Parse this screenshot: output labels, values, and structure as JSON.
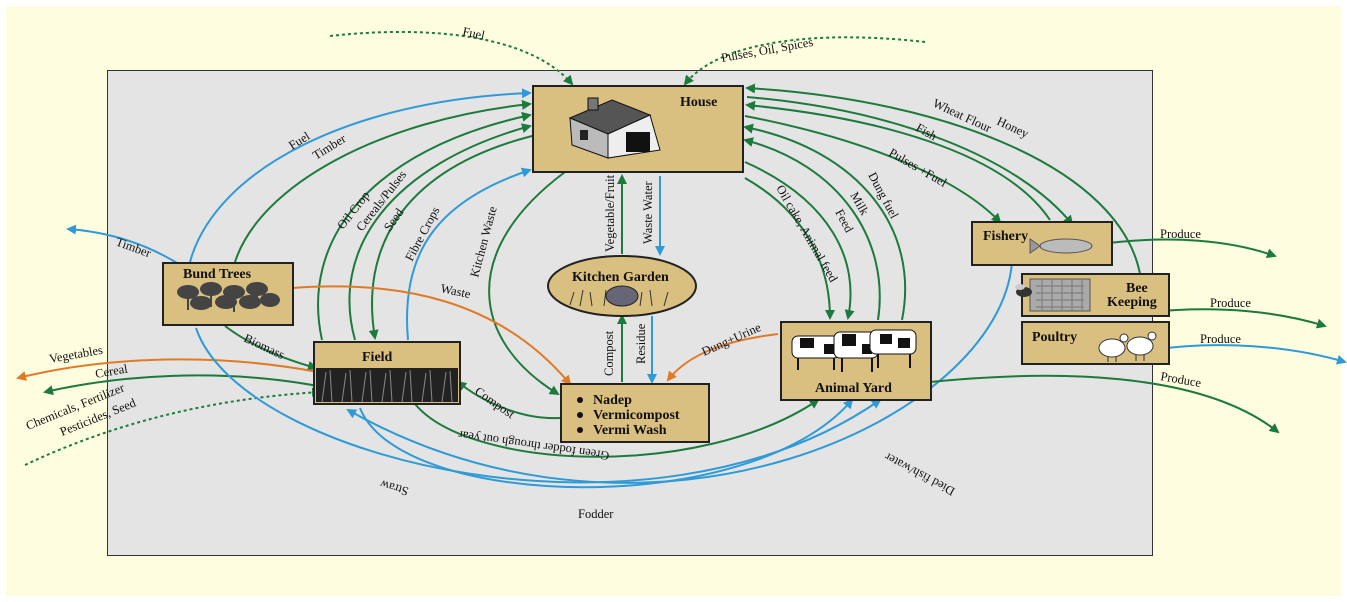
{
  "nodes": {
    "house": "House",
    "bund_trees": "Bund Trees",
    "field": "Field",
    "kitchen_garden": "Kitchen Garden",
    "compost_box": [
      "Nadep",
      "Vermicompost",
      "Vermi Wash"
    ],
    "animal_yard": "Animal Yard",
    "fishery": "Fishery",
    "bee_keeping": [
      "Bee",
      "Keeping"
    ],
    "poultry": "Poultry"
  },
  "flows": {
    "fuel_in": "Fuel",
    "pulses_oil_spices_in": "Pulses, Oil, Spices",
    "fuel": "Fuel",
    "timber": "Timber",
    "oil_crop": "Oil Crop",
    "cereals_pulses": "Cereals/Pulses",
    "seed": "Seed",
    "fibre_crops": "Fibre Crops",
    "kitchen_waste": "Kitchen Waste",
    "vegetable_fruit": "Vegetable/Fruit",
    "waste_water": "Waste Water",
    "oil_cake": "Oil cake, Animal feed",
    "feed": "Feed",
    "milk": "Milk",
    "dung_fuel": "Dung fuel",
    "pulses_fuel": "Pulses +Fuel",
    "fish": "Fish",
    "wheat_flour": "Wheat Flour",
    "honey": "Honey",
    "timber_out": "Timber",
    "waste": "Waste",
    "biomass": "Biomass",
    "vegetables": "Vegetables",
    "cereal": "Cereal",
    "chemicals": "Chemicals, Fertilizer",
    "pesticides": "Pesticides, Seed",
    "compost_up": "Compost",
    "residue": "Residue",
    "dung_urine": "Dung+Urine",
    "compost_field": "Compost",
    "green_fodder": "Green fodder through out year",
    "straw": "Straw",
    "fodder": "Fodder",
    "dried_fish": "Died fish/water",
    "produce_fishery": "Produce",
    "produce_bee": "Produce",
    "produce_poultry": "Produce",
    "produce_animal": "Produce"
  },
  "colors": {
    "green_flow": "#1c7a3c",
    "blue_flow": "#2f9ad6",
    "orange_flow": "#e07b25",
    "node_fill": "#d9bf80"
  }
}
